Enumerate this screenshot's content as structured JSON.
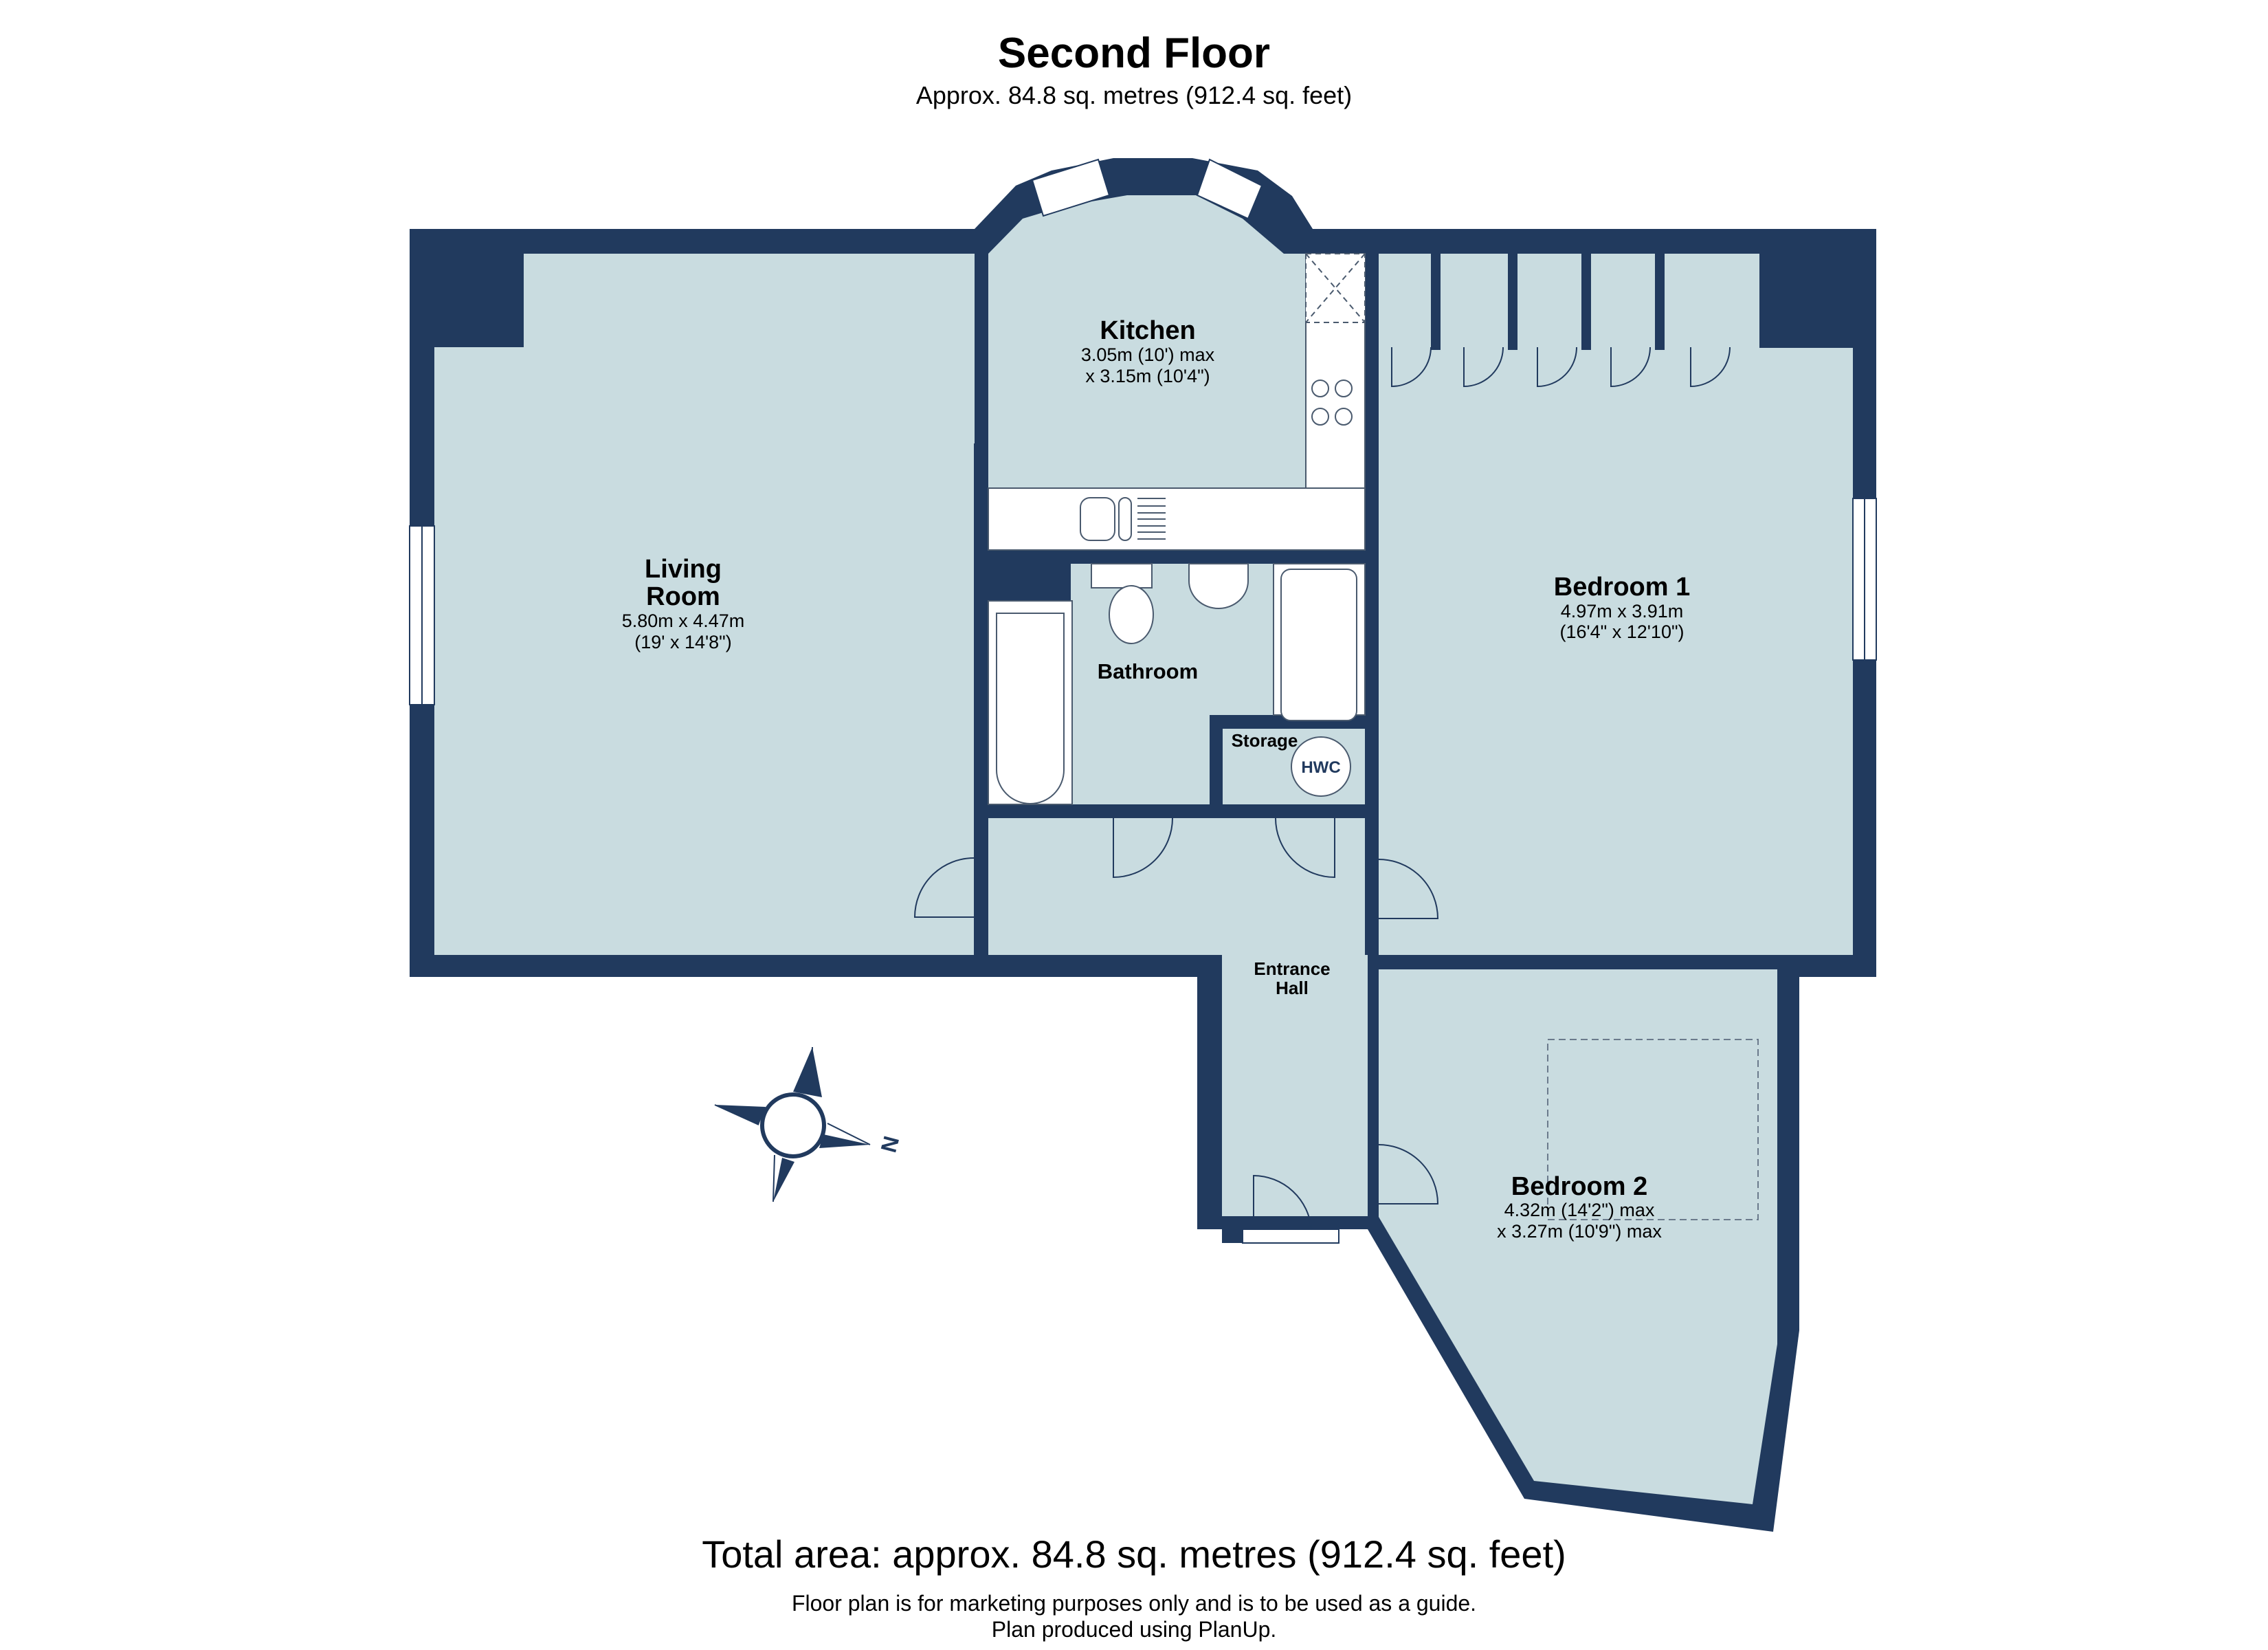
{
  "header": {
    "title": "Second Floor",
    "subtitle": "Approx. 84.8 sq. metres (912.4 sq. feet)"
  },
  "colors": {
    "wall": "#213a5e",
    "floor": "#c9dce0",
    "fixture": "#ffffff",
    "text": "#000000"
  },
  "rooms": {
    "living": {
      "name_line1": "Living",
      "name_line2": "Room",
      "dim1": "5.80m x 4.47m",
      "dim2": "(19' x 14'8\")"
    },
    "kitchen": {
      "name": "Kitchen",
      "dim1": "3.05m (10') max",
      "dim2": "x 3.15m (10'4\")"
    },
    "bedroom1": {
      "name": "Bedroom 1",
      "dim1": "4.97m x 3.91m",
      "dim2": "(16'4\" x 12'10\")"
    },
    "bathroom": {
      "name": "Bathroom"
    },
    "storage": {
      "name": "Storage",
      "fixture_label": "HWC"
    },
    "entrance": {
      "name_line1": "Entrance",
      "name_line2": "Hall"
    },
    "bedroom2": {
      "name": "Bedroom 2",
      "dim1": "4.32m (14'2\") max",
      "dim2": "x 3.27m (10'9\") max"
    }
  },
  "compass": {
    "north_label": "N"
  },
  "footer": {
    "total_area": "Total area: approx. 84.8 sq. metres (912.4 sq. feet)",
    "disclaimer_line1": "Floor plan is for marketing purposes only and is to be used as a guide.",
    "disclaimer_line2": "Plan produced using PlanUp."
  }
}
